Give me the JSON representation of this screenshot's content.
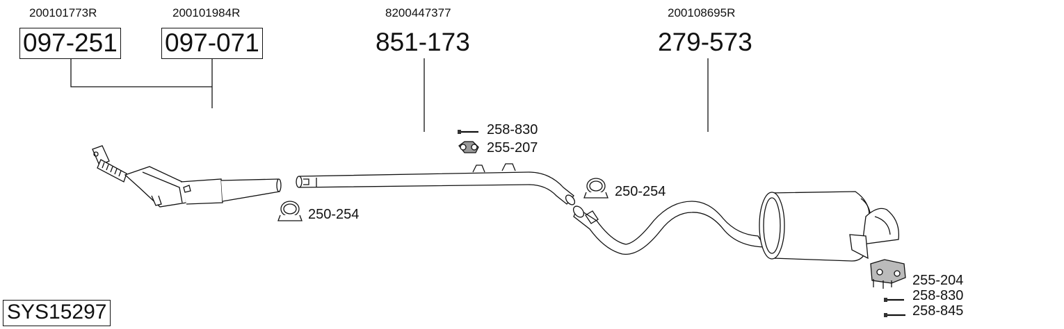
{
  "oem_numbers": {
    "catalyst_1": "200101773R",
    "catalyst_2": "200101984R",
    "middle_pipe": "8200447377",
    "rear_silencer": "200108695R"
  },
  "part_numbers": {
    "catalyst_1": "097-251",
    "catalyst_2": "097-071",
    "middle_pipe": "851-173",
    "rear_silencer": "279-573"
  },
  "accessories": {
    "bolt_top": "258-830",
    "mount_top": "255-207",
    "clamp_left": "250-254",
    "clamp_right": "250-254",
    "mount_rear": "255-204",
    "bolt_rear_1": "258-830",
    "bolt_rear_2": "258-845"
  },
  "system_id": "SYS15297"
}
